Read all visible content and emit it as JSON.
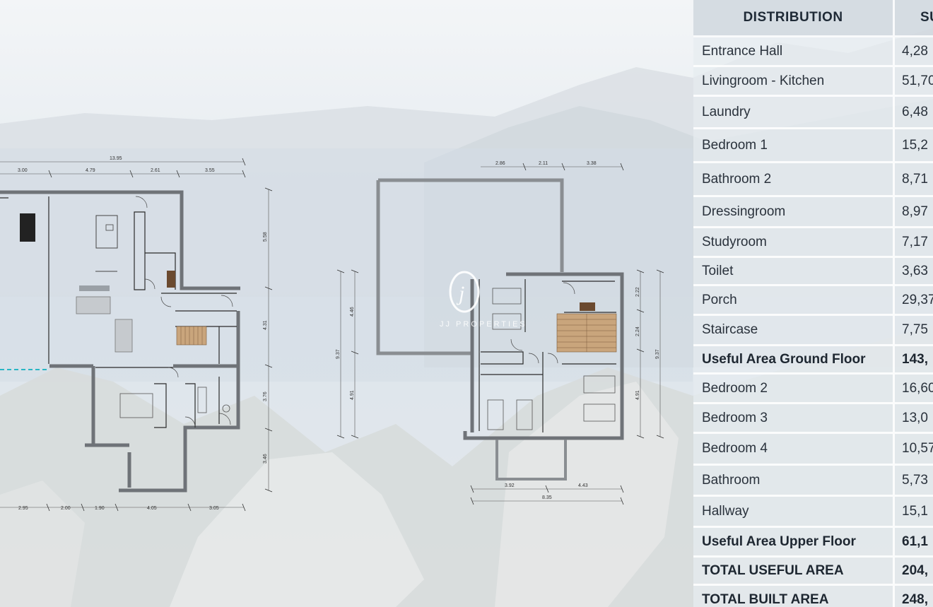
{
  "floor_plans": {
    "ground": {
      "top_total": "13.95",
      "top_dims": [
        "3.00",
        "4.79",
        "2.61",
        "3.55"
      ],
      "bottom_dims": [
        "2.95",
        "2.00",
        "1.90",
        "4.05",
        "3.05"
      ],
      "right_dims": [
        "5.58",
        "4.31",
        "3.76",
        "3.46"
      ]
    },
    "upper": {
      "top_dims": [
        "2.86",
        "2.11",
        "3.38"
      ],
      "left_total": "9.37",
      "left_dims": [
        "4.46",
        "4.91"
      ],
      "right_dims": [
        "2.22",
        "2.24",
        "4.91"
      ],
      "right_total": "9.37",
      "bottom_dims": [
        "3.92",
        "4.43"
      ],
      "bottom_total": "8.35"
    }
  },
  "watermark": {
    "text": "JJ PROPERTIES"
  },
  "table": {
    "header": {
      "col1": "DISTRIBUTION",
      "col2": "SU"
    },
    "rows": [
      {
        "name": "Entrance Hall",
        "value": "4,28",
        "bold": false
      },
      {
        "name": "Livingroom - Kitchen",
        "value": "51,70",
        "bold": false
      },
      {
        "name": "Laundry",
        "value": "6,48",
        "bold": false
      },
      {
        "name": "Bedroom 1",
        "value": "15,2",
        "bold": false
      },
      {
        "name": "Bathroom 2",
        "value": "8,71",
        "bold": false
      },
      {
        "name": "Dressingroom",
        "value": "8,97",
        "bold": false
      },
      {
        "name": "Studyroom",
        "value": "7,17",
        "bold": false
      },
      {
        "name": "Toilet",
        "value": "3,63",
        "bold": false
      },
      {
        "name": "Porch",
        "value": "29,37",
        "bold": false
      },
      {
        "name": "Staircase",
        "value": "7,75",
        "bold": false
      },
      {
        "name": "Useful Area Ground Floor",
        "value": "143,",
        "bold": true
      },
      {
        "name": "Bedroom 2",
        "value": "16,60",
        "bold": false
      },
      {
        "name": "Bedroom 3",
        "value": "13,0",
        "bold": false
      },
      {
        "name": "Bedroom 4",
        "value": "10,57",
        "bold": false
      },
      {
        "name": "Bathroom",
        "value": "5,73",
        "bold": false
      },
      {
        "name": "Hallway",
        "value": "15,1",
        "bold": false
      },
      {
        "name": "Useful Area Upper Floor",
        "value": "61,1",
        "bold": true
      },
      {
        "name": "TOTAL USEFUL AREA",
        "value": "204,",
        "bold": true
      },
      {
        "name": "TOTAL BUILT AREA",
        "value": "248,",
        "bold": true
      }
    ]
  }
}
